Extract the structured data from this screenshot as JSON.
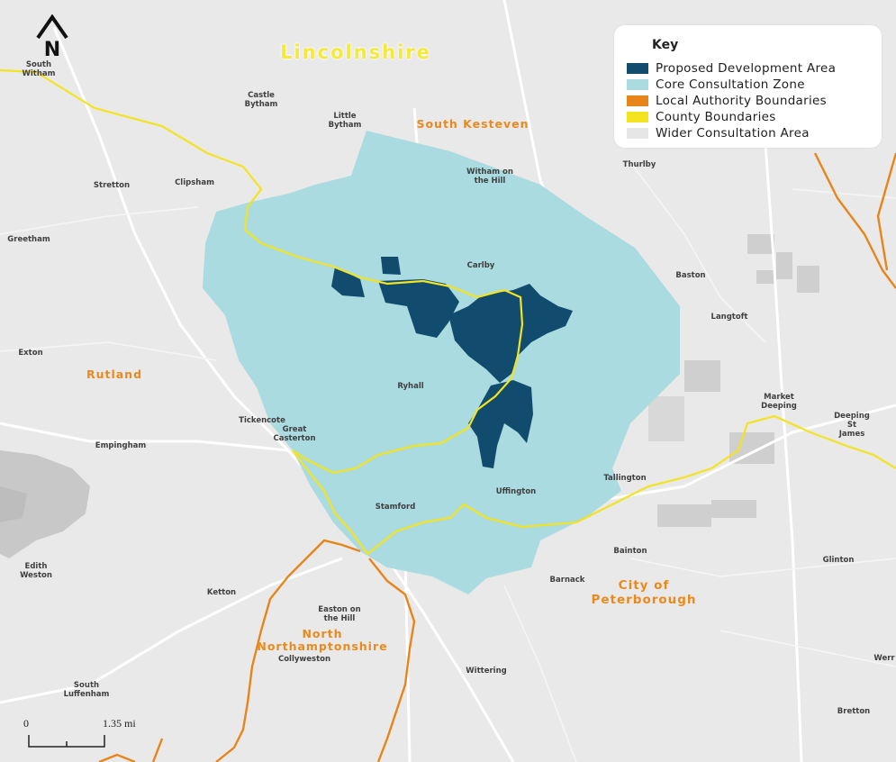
{
  "map": {
    "counties": [
      {
        "id": "lincolnshire",
        "label": "Lincolnshire"
      }
    ],
    "regions": [
      {
        "id": "south-kesteven",
        "label": "South Kesteven"
      },
      {
        "id": "rutland",
        "label": "Rutland"
      },
      {
        "id": "city-of-peterborough",
        "label": "City of\nPeterborough"
      },
      {
        "id": "north-northamptonshire",
        "label": "North\nNorthamptonshire"
      }
    ],
    "places": [
      {
        "id": "south-witham",
        "label": "South\nWitham"
      },
      {
        "id": "castle-bytham",
        "label": "Castle\nBytham"
      },
      {
        "id": "little-bytham",
        "label": "Little\nBytham"
      },
      {
        "id": "witham-on-the-hill",
        "label": "Witham on\nthe Hill"
      },
      {
        "id": "thurlby",
        "label": "Thurlby"
      },
      {
        "id": "stretton",
        "label": "Stretton"
      },
      {
        "id": "clipsham",
        "label": "Clipsham"
      },
      {
        "id": "greetham",
        "label": "Greetham"
      },
      {
        "id": "carlby",
        "label": "Carlby"
      },
      {
        "id": "baston",
        "label": "Baston"
      },
      {
        "id": "langtoft",
        "label": "Langtoft"
      },
      {
        "id": "exton",
        "label": "Exton"
      },
      {
        "id": "ryhall",
        "label": "Ryhall"
      },
      {
        "id": "market-deeping",
        "label": "Market\nDeeping"
      },
      {
        "id": "deeping-st-james",
        "label": "Deeping St\nJames"
      },
      {
        "id": "tickencote",
        "label": "Tickencote"
      },
      {
        "id": "great-casterton",
        "label": "Great\nCasterton"
      },
      {
        "id": "empingham",
        "label": "Empingham"
      },
      {
        "id": "tallington",
        "label": "Tallington"
      },
      {
        "id": "uffington",
        "label": "Uffington"
      },
      {
        "id": "stamford",
        "label": "Stamford"
      },
      {
        "id": "bainton",
        "label": "Bainton"
      },
      {
        "id": "glinton",
        "label": "Glinton"
      },
      {
        "id": "edith-weston",
        "label": "Edith\nWeston"
      },
      {
        "id": "barnack",
        "label": "Barnack"
      },
      {
        "id": "ketton",
        "label": "Ketton"
      },
      {
        "id": "easton-on-the-hill",
        "label": "Easton on\nthe Hill"
      },
      {
        "id": "collyweston",
        "label": "Collyweston"
      },
      {
        "id": "wittering",
        "label": "Wittering"
      },
      {
        "id": "werrington",
        "label": "Werr"
      },
      {
        "id": "south-luffenham",
        "label": "South\nLuffenham"
      },
      {
        "id": "bretton",
        "label": "Bretton"
      }
    ],
    "north_arrow_label": "N",
    "scale_bar": {
      "start_label": "0",
      "end_label": "1.35 mi"
    }
  },
  "legend": {
    "title": "Key",
    "items": [
      {
        "id": "proposed-development-area",
        "label": "Proposed Development Area",
        "color": "#114b6e"
      },
      {
        "id": "core-consultation-zone",
        "label": "Core Consultation Zone",
        "color": "#a9dbe0"
      },
      {
        "id": "local-authority-boundaries",
        "label": "Local Authority Boundaries",
        "color": "#e8851a"
      },
      {
        "id": "county-boundaries",
        "label": "County Boundaries",
        "color": "#f3e321"
      },
      {
        "id": "wider-consultation-area",
        "label": "Wider Consultation Area",
        "color": "#e6e6e6"
      }
    ]
  }
}
